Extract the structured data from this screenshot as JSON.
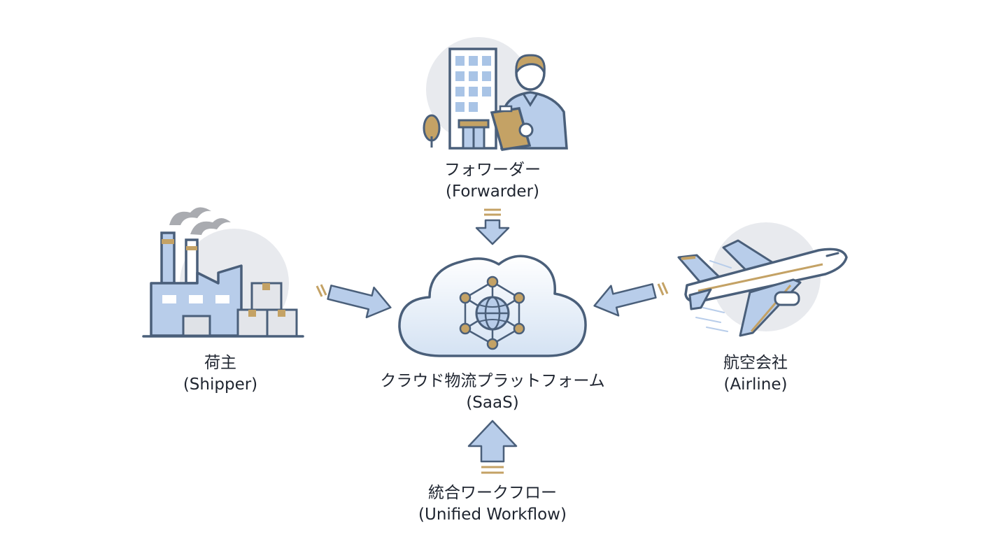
{
  "nodes": {
    "forwarder": {
      "name_ja": "フォワーダー",
      "name_en": "(Forwarder)",
      "icon": "office-building-and-person-with-clipboard-icon"
    },
    "shipper": {
      "name_ja": "荷主",
      "name_en": "(Shipper)",
      "icon": "factory-with-boxes-icon"
    },
    "platform": {
      "name_ja": "クラウド物流プラットフォーム",
      "name_en": "(SaaS)",
      "icon": "cloud-network-globe-icon"
    },
    "airline": {
      "name_ja": "航空会社",
      "name_en": "(Airline)",
      "icon": "airplane-icon"
    },
    "workflow": {
      "name_ja": "統合ワークフロー",
      "name_en": "(Unified Workflow)",
      "icon": "up-arrow-icon"
    }
  },
  "colors": {
    "outline": "#4a5f7a",
    "fill_blue": "#b8cdea",
    "fill_light": "#eef3fa",
    "accent_gold": "#c4a265",
    "circle_bg": "#e8eaee",
    "smoke": "#a9abb0",
    "text": "#1f2530"
  }
}
